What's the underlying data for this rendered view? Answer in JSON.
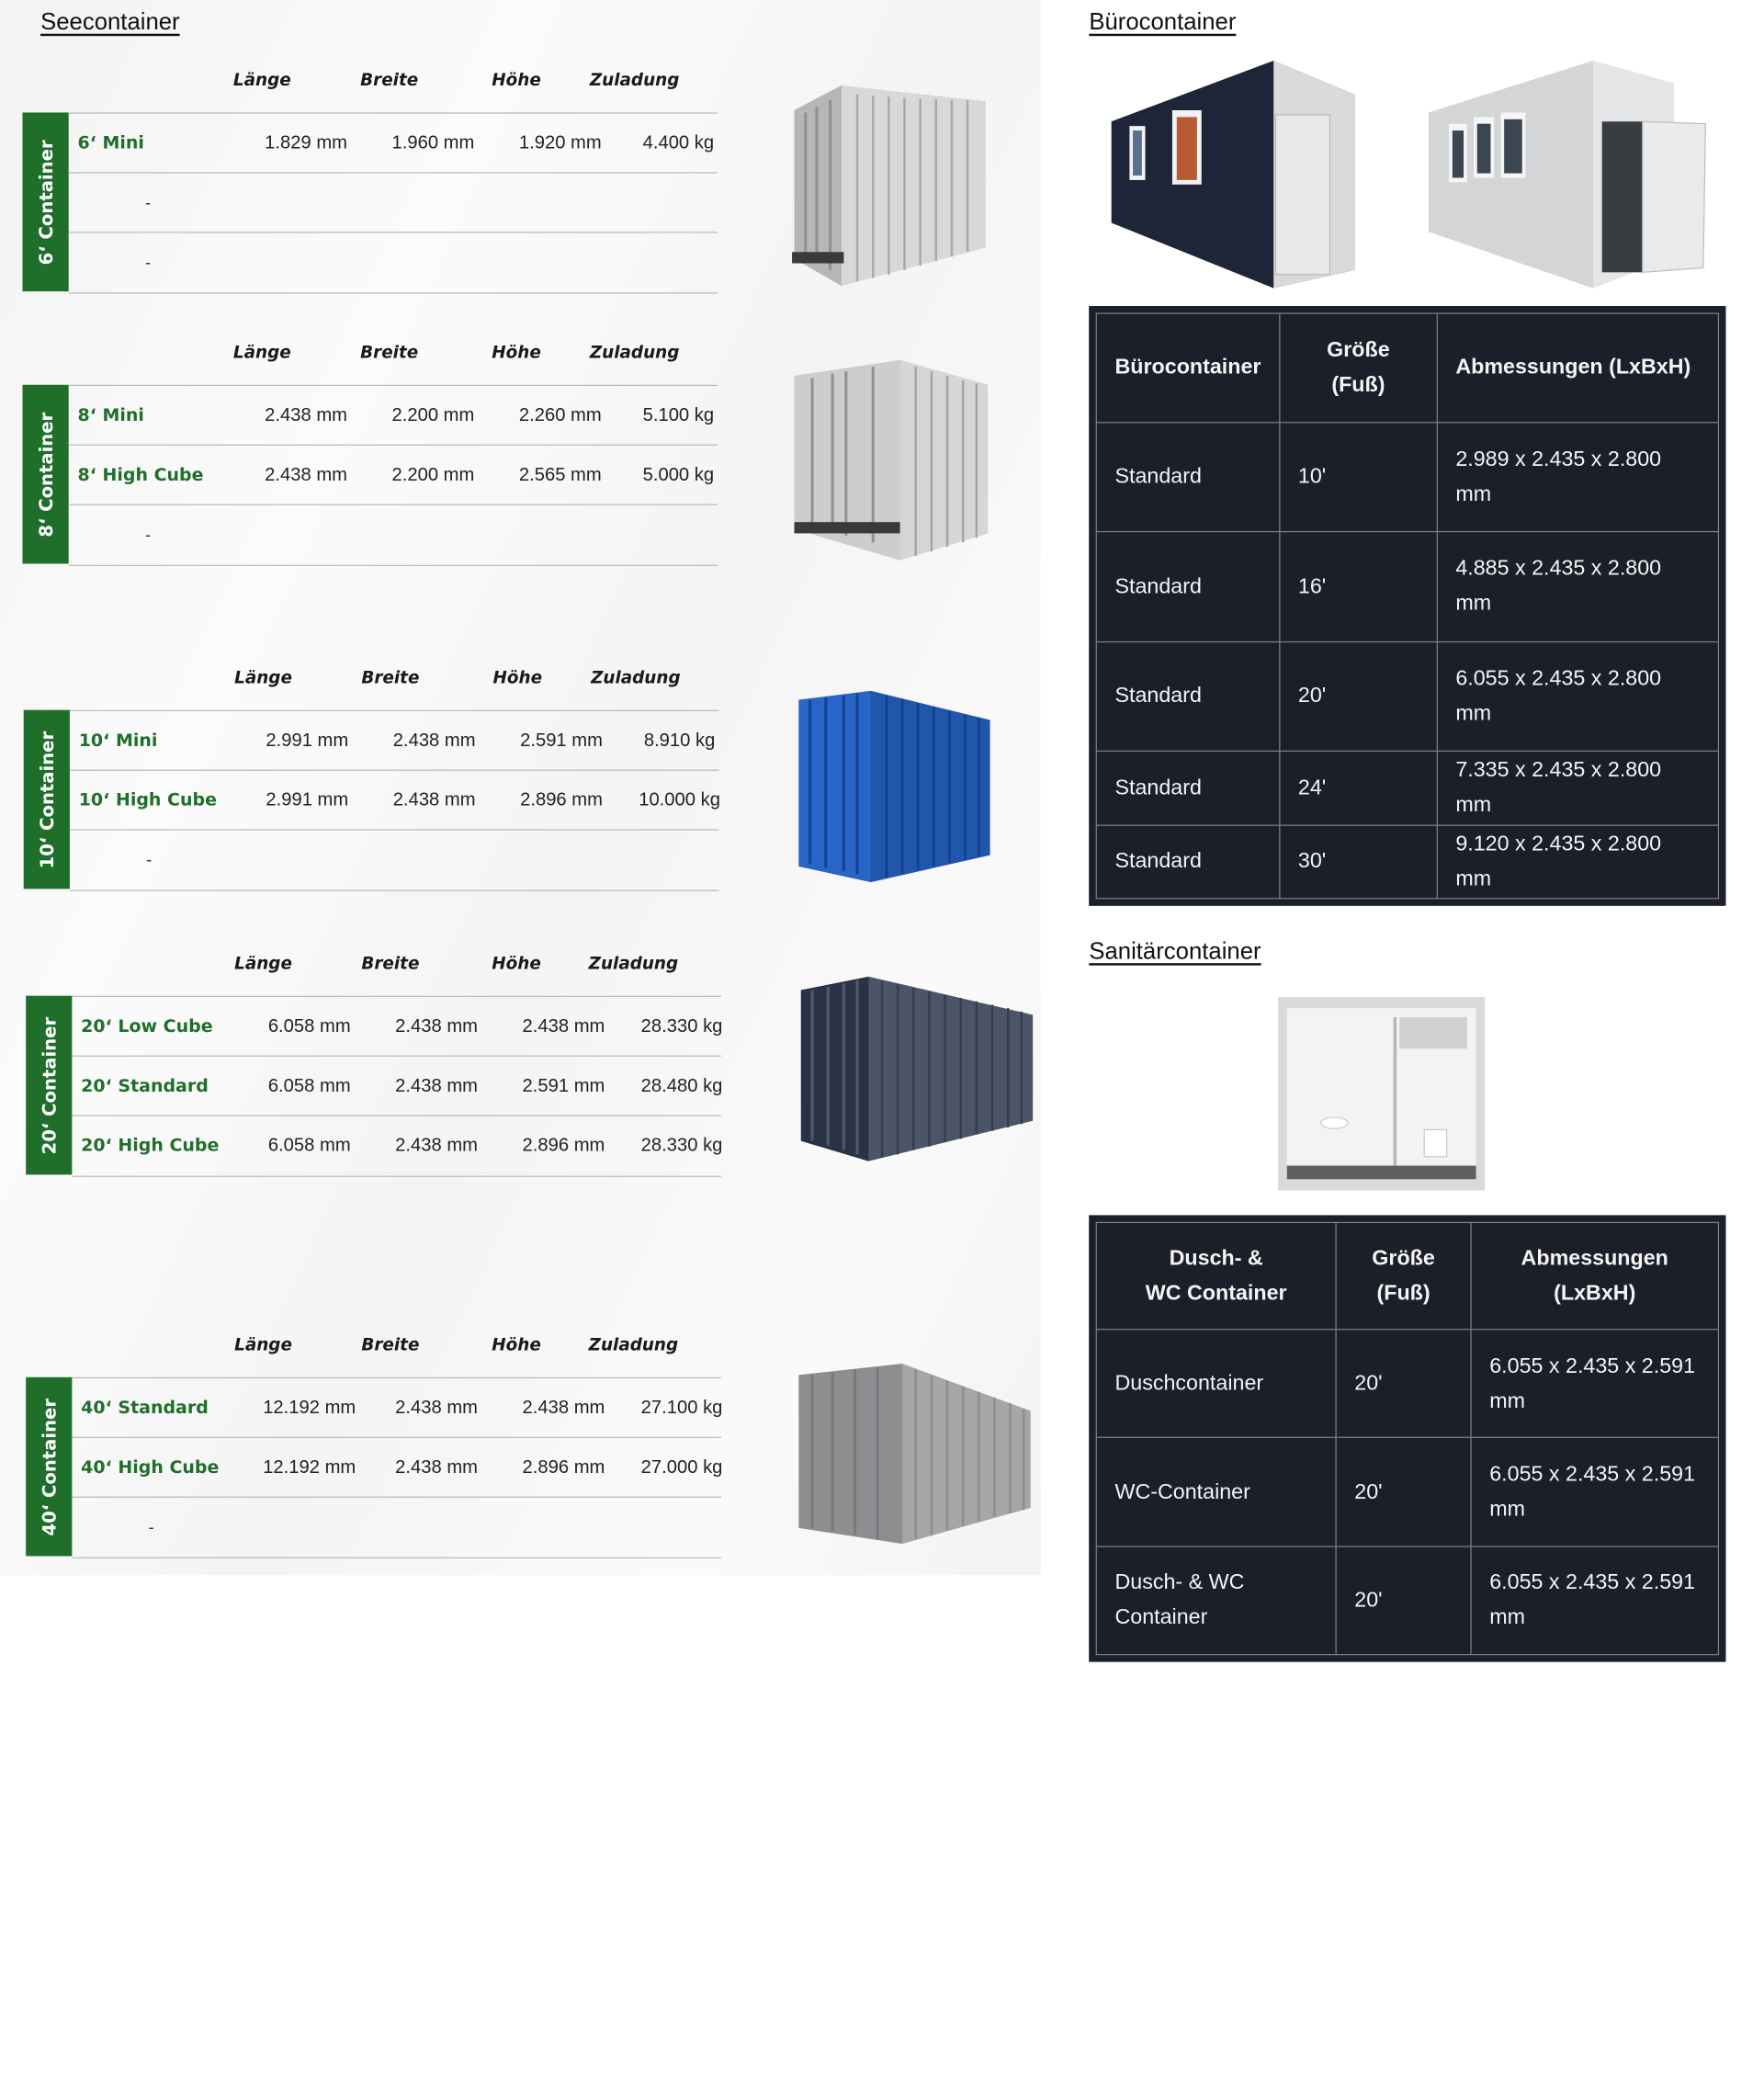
{
  "seecontainer": {
    "title": "Seecontainer",
    "headers": [
      "Länge",
      "Breite",
      "Höhe",
      "Zuladung"
    ],
    "groups": [
      {
        "label": "6‘ Container",
        "rows": [
          {
            "name": "6‘ Mini",
            "laenge": "1.829 mm",
            "breite": "1.960 mm",
            "hoehe": "1.920 mm",
            "zuladung": "4.400 kg"
          },
          {
            "empty": "-"
          },
          {
            "empty": "-"
          }
        ]
      },
      {
        "label": "8‘ Container",
        "rows": [
          {
            "name": "8‘ Mini",
            "laenge": "2.438 mm",
            "breite": "2.200 mm",
            "hoehe": "2.260 mm",
            "zuladung": "5.100 kg"
          },
          {
            "name": "8‘ High Cube",
            "laenge": "2.438 mm",
            "breite": "2.200 mm",
            "hoehe": "2.565 mm",
            "zuladung": "5.000 kg"
          },
          {
            "empty": "-"
          }
        ]
      },
      {
        "label": "10‘ Container",
        "rows": [
          {
            "name": "10‘ Mini",
            "laenge": "2.991 mm",
            "breite": "2.438 mm",
            "hoehe": "2.591 mm",
            "zuladung": "8.910 kg"
          },
          {
            "name": "10‘ High Cube",
            "laenge": "2.991 mm",
            "breite": "2.438 mm",
            "hoehe": "2.896 mm",
            "zuladung": "10.000 kg"
          },
          {
            "empty": "-"
          }
        ]
      },
      {
        "label": "20‘ Container",
        "rows": [
          {
            "name": "20‘ Low Cube",
            "laenge": "6.058 mm",
            "breite": "2.438 mm",
            "hoehe": "2.438 mm",
            "zuladung": "28.330 kg"
          },
          {
            "name": "20‘ Standard",
            "laenge": "6.058 mm",
            "breite": "2.438 mm",
            "hoehe": "2.591 mm",
            "zuladung": "28.480 kg"
          },
          {
            "name": "20‘ High Cube",
            "laenge": "6.058 mm",
            "breite": "2.438 mm",
            "hoehe": "2.896 mm",
            "zuladung": "28.330 kg"
          }
        ]
      },
      {
        "label": "40‘ Container",
        "rows": [
          {
            "name": "40‘ Standard",
            "laenge": "12.192 mm",
            "breite": "2.438 mm",
            "hoehe": "2.438 mm",
            "zuladung": "27.100 kg"
          },
          {
            "name": "40‘ High Cube",
            "laenge": "12.192 mm",
            "breite": "2.438 mm",
            "hoehe": "2.896 mm",
            "zuladung": "27.000 kg"
          },
          {
            "empty": "-"
          }
        ]
      }
    ]
  },
  "buero": {
    "title": "Bürocontainer",
    "headers": [
      "Bürocontainer",
      "Größe\n(Fuß)",
      "Abmessungen (LxBxH)"
    ],
    "rows": [
      [
        "Standard",
        "10'",
        "2.989 x 2.435 x 2.800 mm"
      ],
      [
        "Standard",
        "16'",
        "4.885 x 2.435 x 2.800 mm"
      ],
      [
        "Standard",
        "20'",
        "6.055 x 2.435 x 2.800 mm"
      ],
      [
        "Standard",
        "24'",
        "7.335 x 2.435 x 2.800 mm"
      ],
      [
        "Standard",
        "30'",
        "9.120 x 2.435 x 2.800 mm"
      ]
    ]
  },
  "sanitaer": {
    "title": "Sanitärcontainer",
    "headers": [
      "Dusch- &\nWC Container",
      "Größe\n(Fuß)",
      "Abmessungen\n(LxBxH)"
    ],
    "rows": [
      [
        "Duschcontainer",
        "20'",
        "6.055 x 2.435 x 2.591 mm"
      ],
      [
        "WC-Container",
        "20'",
        "6.055 x 2.435 x 2.591 mm"
      ],
      [
        "Dusch- & WC Container",
        "20'",
        "6.055 x 2.435 x 2.591 mm"
      ]
    ]
  },
  "colors": {
    "accent_green": "#1f6f2b",
    "dark_table": "#1c1f2a",
    "container_gray": "#c9cbcc",
    "container_blue": "#1d58b8",
    "container_navy": "#2b3548"
  }
}
